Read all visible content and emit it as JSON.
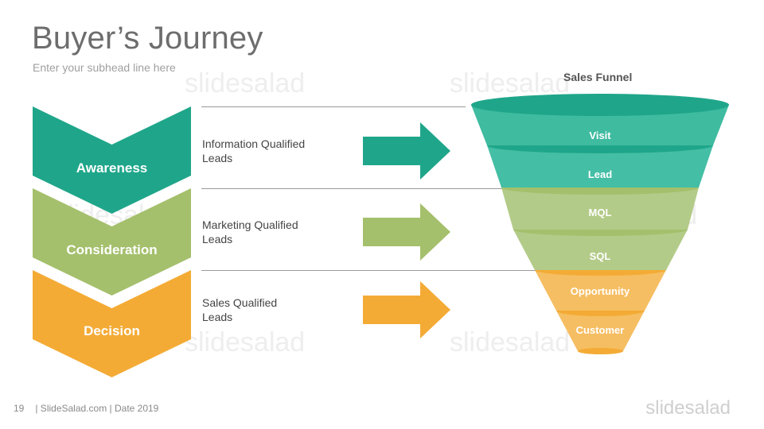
{
  "header": {
    "title": "Buyer’s Journey",
    "subtitle": "Enter your subhead line here"
  },
  "watermark": {
    "text": "slidesalad",
    "logo": "slidesalad"
  },
  "footer": {
    "page_number": "19",
    "info": "| SlideSalad.com | Date 2019"
  },
  "stages": [
    {
      "label": "Awareness",
      "lead_line1": "Information Qualified",
      "lead_line2": "Leads",
      "color": "#1fa68a"
    },
    {
      "label": "Consideration",
      "lead_line1": "Marketing Qualified",
      "lead_line2": "Leads",
      "color": "#a4c06c"
    },
    {
      "label": "Decision",
      "lead_line1": "Sales Qualified",
      "lead_line2": "Leads",
      "color": "#f4ab35"
    }
  ],
  "funnel": {
    "title": "Sales Funnel",
    "levels": [
      {
        "label": "Visit",
        "color": "#3fbba0"
      },
      {
        "label": "Lead",
        "color": "#44bea5"
      },
      {
        "label": "MQL",
        "color": "#b3cb88"
      },
      {
        "label": "SQL",
        "color": "#b3cb88"
      },
      {
        "label": "Opportunity",
        "color": "#f6be62"
      },
      {
        "label": "Customer",
        "color": "#f6be62"
      }
    ]
  }
}
